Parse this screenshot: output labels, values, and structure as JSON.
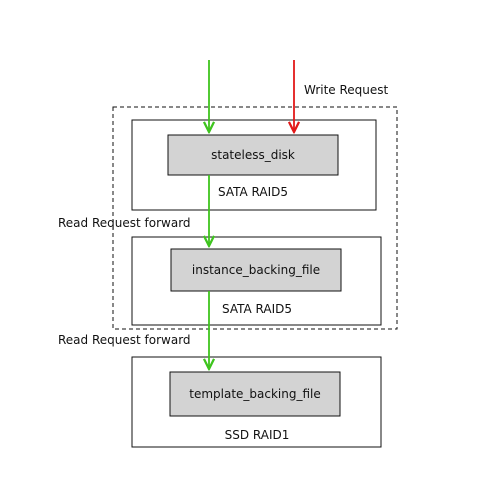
{
  "diagram": {
    "group_border_style": "dashed",
    "colors": {
      "read_arrow": "#3ec41e",
      "write_arrow": "#e21818",
      "inner_box_fill": "#d3d3d3",
      "line": "#111111",
      "background": "#ffffff"
    },
    "labels": {
      "write_request": "Write Request",
      "read_forward_1": "Read Request forward",
      "read_forward_2": "Read Request forward"
    },
    "nodes": [
      {
        "id": "stateless_disk",
        "label": "stateless_disk",
        "storage": "SATA RAID5"
      },
      {
        "id": "instance_backing_file",
        "label": "instance_backing_file",
        "storage": "SATA RAID5"
      },
      {
        "id": "template_backing_file",
        "label": "template_backing_file",
        "storage": "SSD RAID1"
      }
    ]
  }
}
